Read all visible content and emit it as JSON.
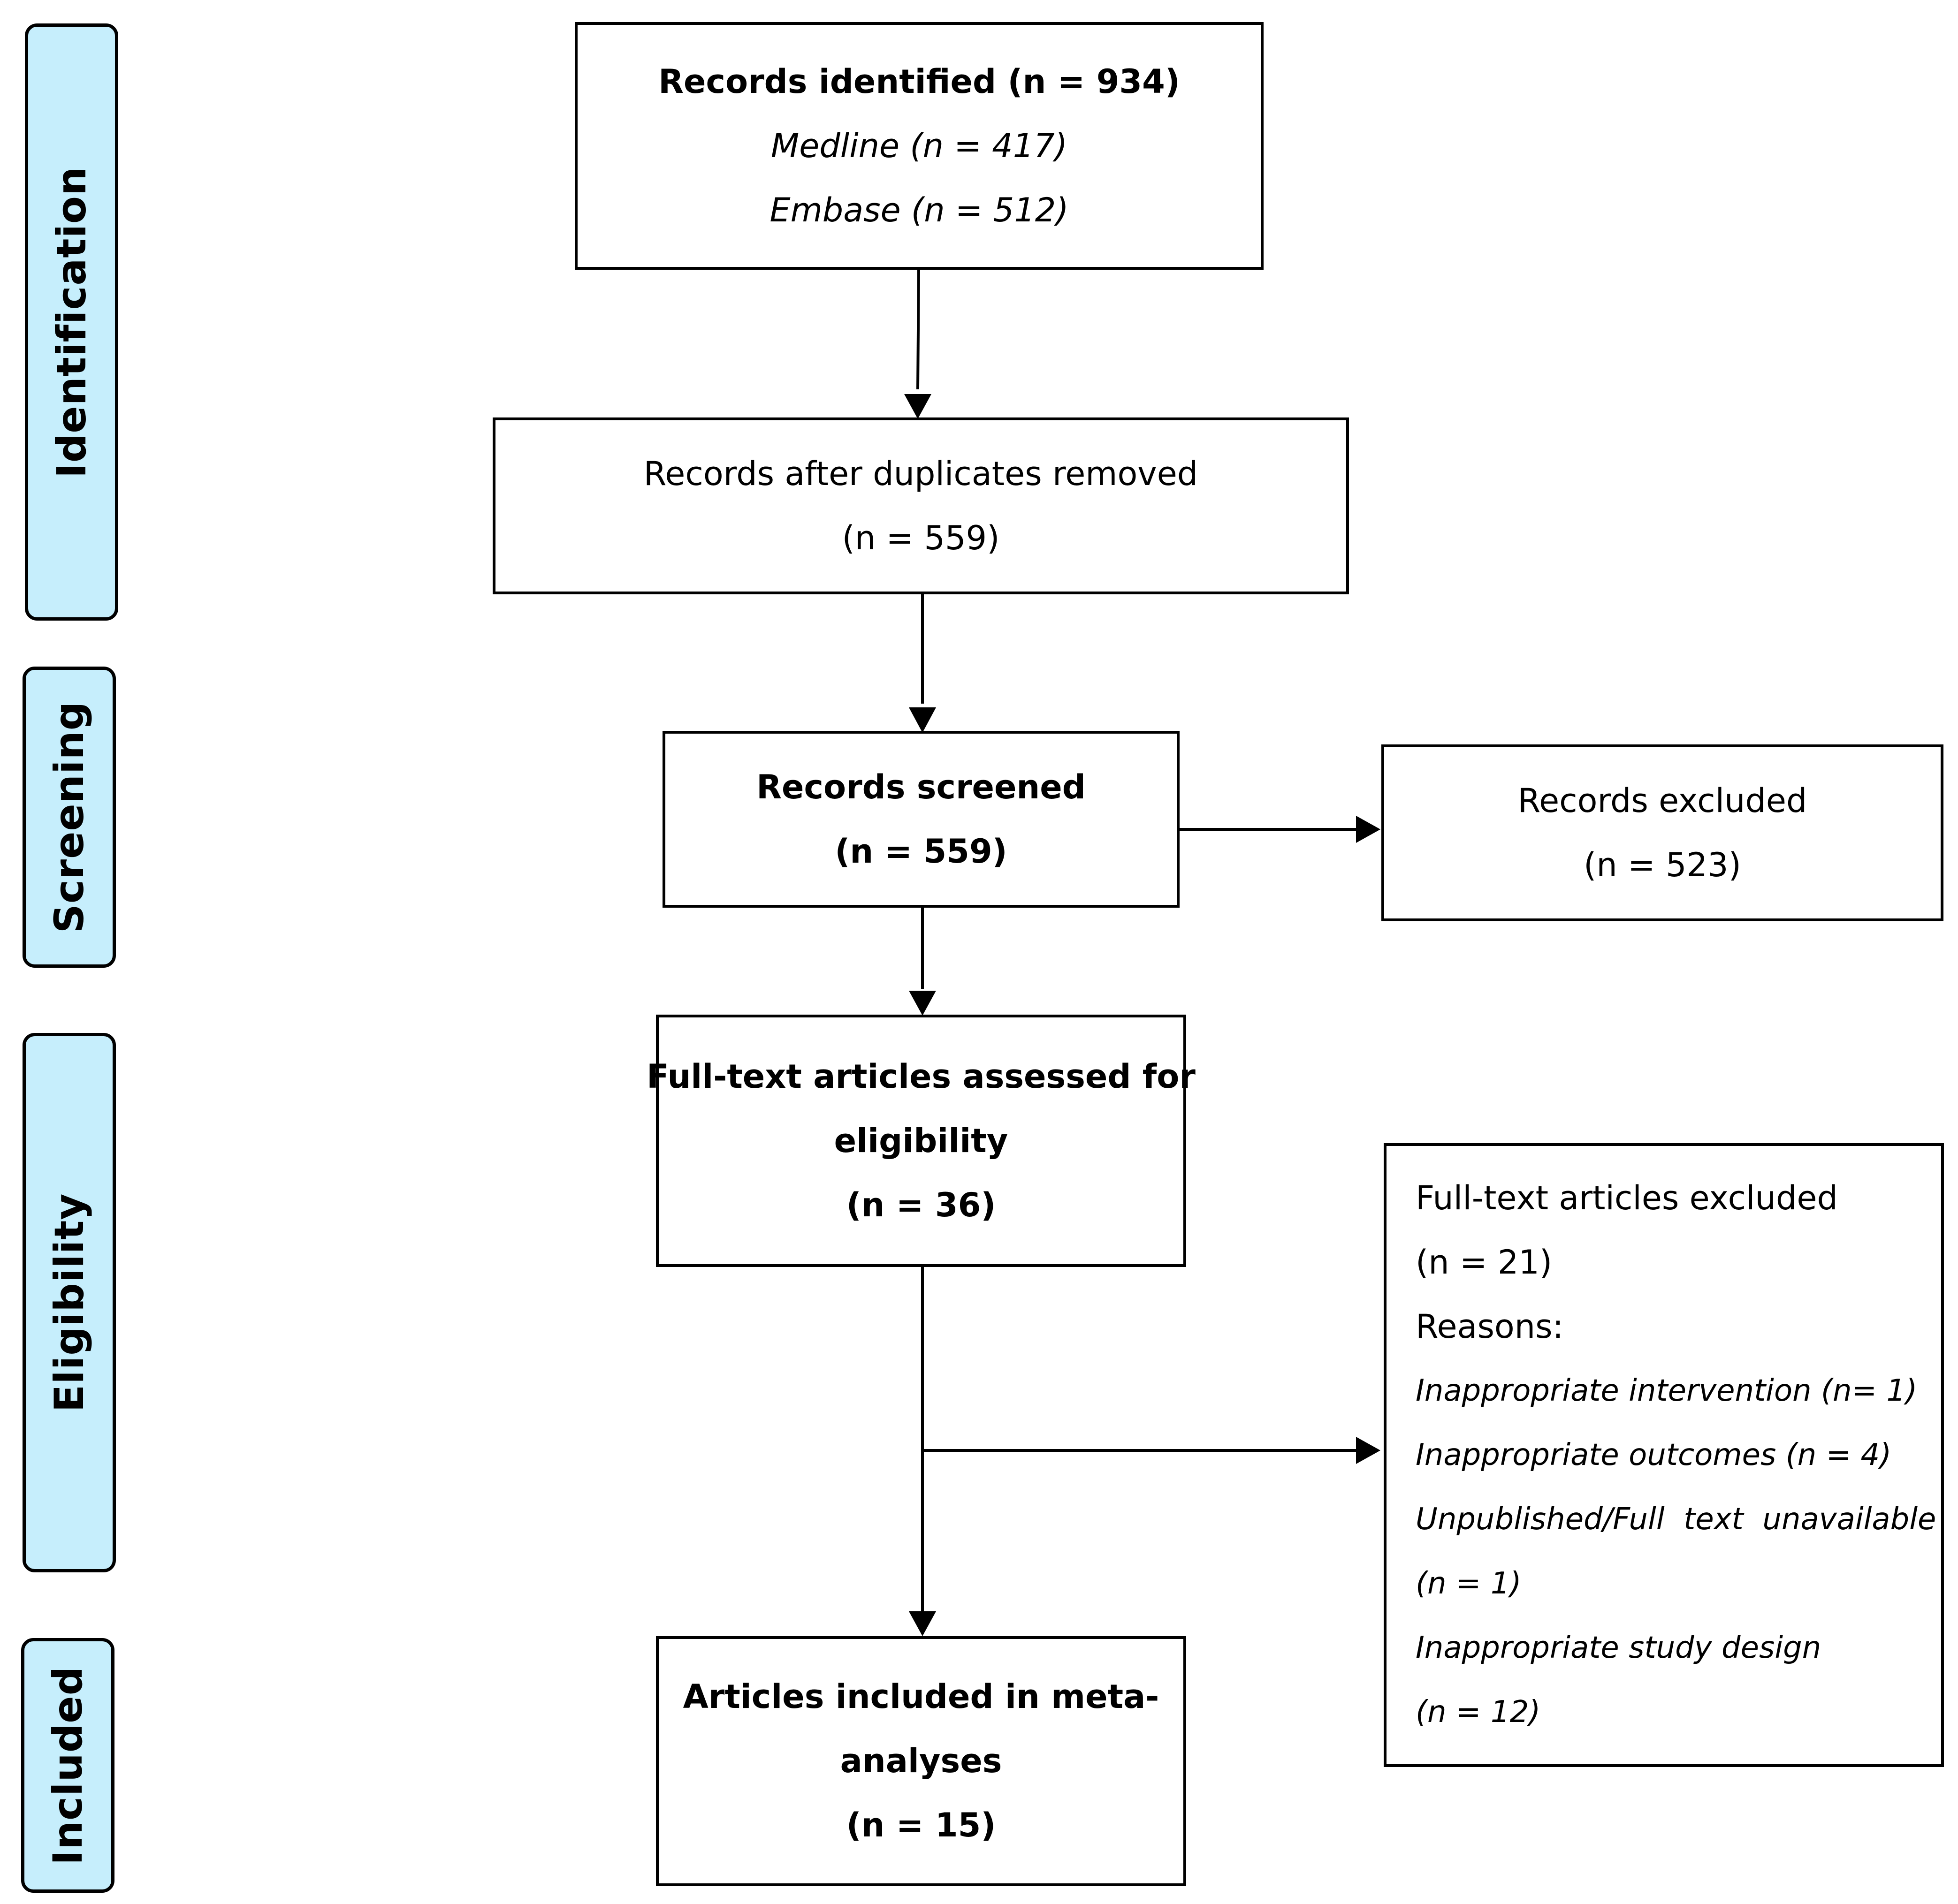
{
  "stages": {
    "identification": "Identification",
    "screening": "Screening",
    "eligibility": "Eligibility",
    "included": "Included"
  },
  "records_identified": {
    "title": "Records identified (n = 934)",
    "medline": "Medline (n = 417)",
    "embase": "Embase (n = 512)"
  },
  "duplicates_removed": {
    "title": "Records after duplicates removed",
    "count": "(n = 559)"
  },
  "records_screened": {
    "title": "Records screened",
    "count": "(n = 559)"
  },
  "records_excluded": {
    "title": "Records excluded",
    "count": "(n = 523)"
  },
  "fulltext_assessed": {
    "title_line1": "Full-text articles assessed for",
    "title_line2": "eligibility",
    "count": "(n = 36)"
  },
  "fulltext_excluded": {
    "title": "Full-text articles excluded",
    "count": "(n = 21)",
    "reasons_label": "Reasons:",
    "reasons": [
      "Inappropriate intervention (n= 1)",
      "Inappropriate outcomes (n = 4)",
      "Unpublished/Full  text  unavailable",
      "(n = 1)",
      "Inappropriate study design",
      "(n = 12)"
    ]
  },
  "included_articles": {
    "title_line1": "Articles included in meta-",
    "title_line2": "analyses",
    "count": "(n = 15)"
  },
  "colors": {
    "stage_fill": "#c6eefc",
    "stroke": "#000000"
  }
}
